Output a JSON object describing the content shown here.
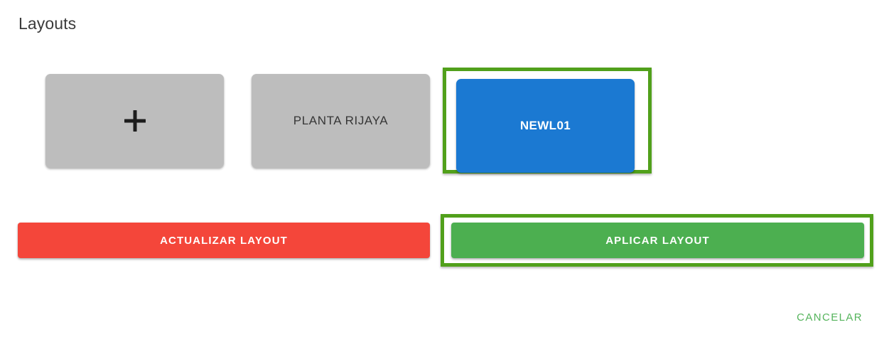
{
  "header": {
    "title": "Layouts"
  },
  "cards": {
    "add": {
      "icon": "plus-icon",
      "label": ""
    },
    "items": [
      {
        "label": "PLANTA RIJAYA",
        "state": "normal",
        "color": "#bdbdbd"
      },
      {
        "label": "NEWL01",
        "state": "selected",
        "color": "#1b79d2"
      }
    ]
  },
  "actions": {
    "update_label": "ACTUALIZAR LAYOUT",
    "apply_label": "APLICAR LAYOUT",
    "cancel_label": "CANCELAR"
  },
  "colors": {
    "card_gray": "#bdbdbd",
    "card_blue": "#1b79d2",
    "update_red": "#f4463a",
    "apply_green": "#4caf50",
    "highlight_green": "#51a01b",
    "cancel_green": "#55b45c",
    "title_text": "#3b3b3b"
  }
}
